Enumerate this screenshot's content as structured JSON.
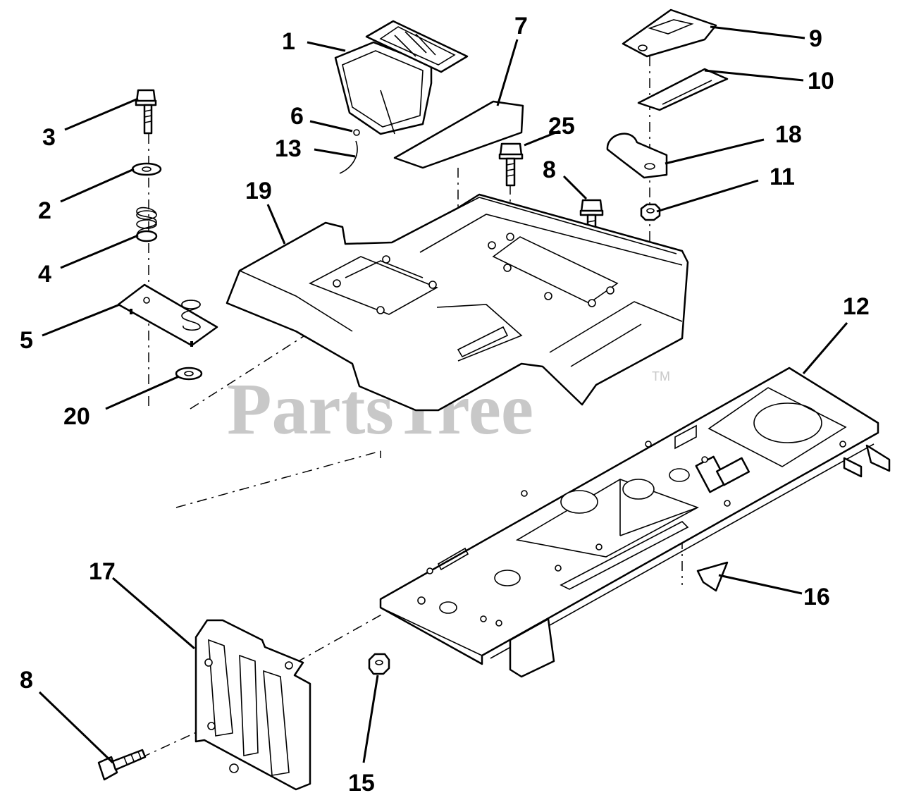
{
  "diagram": {
    "watermark": "PartsTree",
    "trademark": "TM",
    "callouts": [
      {
        "id": "c1",
        "label": "1"
      },
      {
        "id": "c2",
        "label": "2"
      },
      {
        "id": "c3",
        "label": "3"
      },
      {
        "id": "c4",
        "label": "4"
      },
      {
        "id": "c5",
        "label": "5"
      },
      {
        "id": "c6",
        "label": "6"
      },
      {
        "id": "c7",
        "label": "7"
      },
      {
        "id": "c8a",
        "label": "8"
      },
      {
        "id": "c8b",
        "label": "8"
      },
      {
        "id": "c9",
        "label": "9"
      },
      {
        "id": "c10",
        "label": "10"
      },
      {
        "id": "c11",
        "label": "11"
      },
      {
        "id": "c12",
        "label": "12"
      },
      {
        "id": "c13",
        "label": "13"
      },
      {
        "id": "c15",
        "label": "15"
      },
      {
        "id": "c16",
        "label": "16"
      },
      {
        "id": "c17",
        "label": "17"
      },
      {
        "id": "c18",
        "label": "18"
      },
      {
        "id": "c19",
        "label": "19"
      },
      {
        "id": "c20",
        "label": "20"
      },
      {
        "id": "c25",
        "label": "25"
      }
    ]
  }
}
